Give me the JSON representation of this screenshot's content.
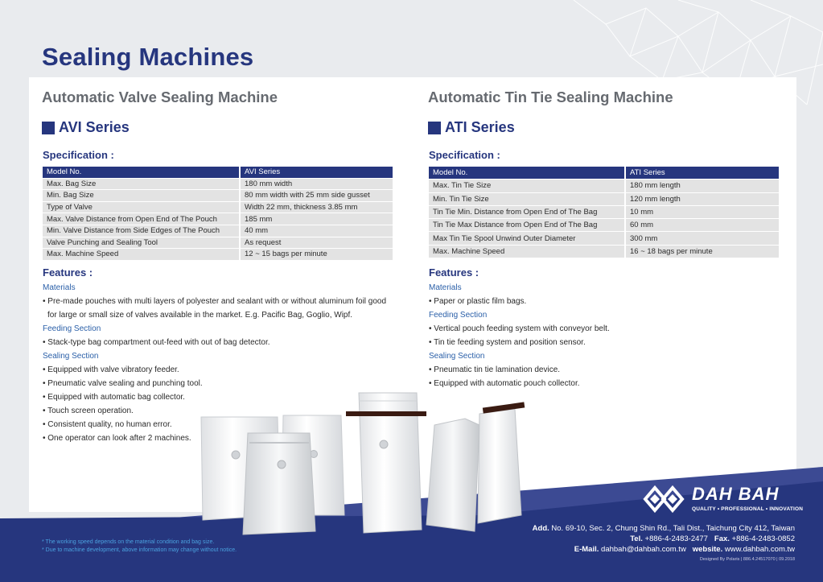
{
  "page_title": "Sealing Machines",
  "left": {
    "machine_title": "Automatic Valve Sealing Machine",
    "series": "AVI Series",
    "spec_heading": "Specification :",
    "spec_rows": [
      [
        "Model No.",
        "AVI Series"
      ],
      [
        "Max. Bag Size",
        "180 mm width"
      ],
      [
        "Min. Bag Size",
        "80 mm width with 25 mm side gusset"
      ],
      [
        "Type of Valve",
        "Width 22 mm, thickness 3.85 mm"
      ],
      [
        "Max. Valve Distance from Open End of The Pouch",
        "185 mm"
      ],
      [
        "Min. Valve Distance from Side Edges of The Pouch",
        "40 mm"
      ],
      [
        "Valve Punching and Sealing Tool",
        "As request"
      ],
      [
        "Max. Machine Speed",
        "12 ~ 15 bags per minute"
      ]
    ],
    "features_heading": "Features :",
    "materials_label": "Materials",
    "materials": [
      "• Pre-made pouches with multi layers of polyester and sealant with or without aluminum foil good for large or small size of valves available in the market. E.g. Pacific Bag, Goglio, Wipf."
    ],
    "feeding_label": "Feeding Section",
    "feeding": [
      "• Stack-type bag compartment out-feed with out of bag detector."
    ],
    "sealing_label": "Sealing Section",
    "sealing": [
      "• Equipped with valve vibratory feeder.",
      "• Pneumatic valve sealing and punching tool.",
      "• Equipped with automatic bag collector.",
      "• Touch screen operation.",
      "• Consistent quality, no human error.",
      "• One operator can look after 2 machines."
    ]
  },
  "right": {
    "machine_title": "Automatic Tin Tie Sealing Machine",
    "series": "ATI Series",
    "spec_heading": "Specification :",
    "spec_rows": [
      [
        "Model No.",
        "ATI Series"
      ],
      [
        "Max. Tin Tie Size",
        "180 mm length"
      ],
      [
        "Min. Tin Tie Size",
        "120 mm length"
      ],
      [
        "Tin Tie Min. Distance from Open End of The Bag",
        "10 mm"
      ],
      [
        "Tin Tie Max Distance from Open End of The Bag",
        "60 mm"
      ],
      [
        "Max Tin Tie Spool Unwind Outer Diameter",
        "300 mm"
      ],
      [
        "Max. Machine Speed",
        "16 ~ 18 bags per minute"
      ]
    ],
    "features_heading": "Features :",
    "materials_label": "Materials",
    "materials": [
      "• Paper or plastic film bags."
    ],
    "feeding_label": "Feeding Section",
    "feeding": [
      "• Vertical pouch feeding system with conveyor belt.",
      "• Tin tie feeding system and position sensor."
    ],
    "sealing_label": "Sealing Section",
    "sealing": [
      "• Pneumatic tin tie lamination device.",
      "• Equipped with automatic pouch collector."
    ]
  },
  "footer": {
    "note1": "* The working speed depends on the material condition and bag size.",
    "note2": "* Due to machine development, above information may change without notice.",
    "brand": "DAH BAH",
    "tagline": "QUALITY • PROFESSIONAL • INNOVATION",
    "addr_label": "Add.",
    "addr": "No. 69-10, Sec. 2, Chung Shin Rd., Tali Dist., Taichung City 412, Taiwan",
    "tel_label": "Tel.",
    "tel": "+886-4-2483-2477",
    "fax_label": "Fax.",
    "fax": "+886-4-2483-0852",
    "email_label": "E-Mail.",
    "email": "dahbah@dahbah.com.tw",
    "web_label": "website.",
    "web": "www.dahbah.com.tw",
    "designed_by": "Designed By Polaris | 886.4.24517070 | 09.2018"
  },
  "colors": {
    "navy": "#26367e",
    "section_blue": "#2a5fa8",
    "note_blue": "#4aa0de",
    "tin_tie": "#3a1b12"
  }
}
